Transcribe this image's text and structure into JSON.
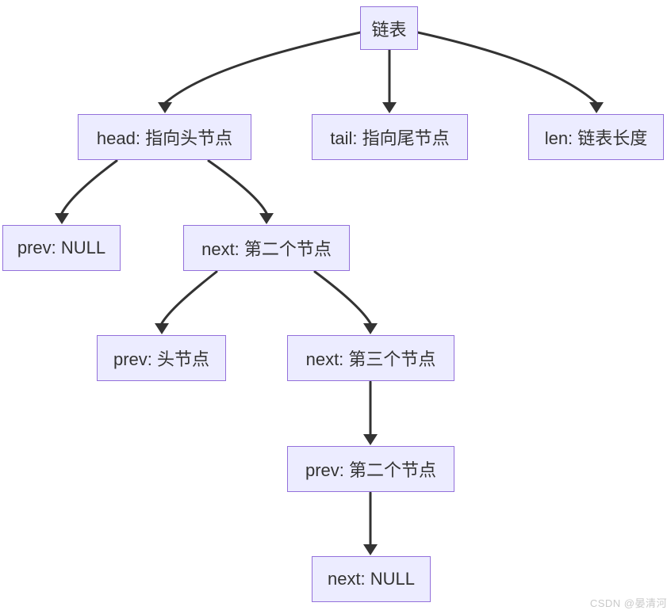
{
  "diagram": {
    "type": "tree-flowchart",
    "colors": {
      "node_fill": "#ECECFF",
      "node_border": "#9370DB",
      "edge": "#333333",
      "text": "#333333",
      "background": "#ffffff"
    },
    "nodes": [
      {
        "id": "linkedlist",
        "label": "链表"
      },
      {
        "id": "head",
        "label": "head: 指向头节点"
      },
      {
        "id": "tail",
        "label": "tail: 指向尾节点"
      },
      {
        "id": "len",
        "label": "len: 链表长度"
      },
      {
        "id": "prev-null",
        "label": "prev: NULL"
      },
      {
        "id": "next-2",
        "label": "next: 第二个节点"
      },
      {
        "id": "prev-head",
        "label": "prev: 头节点"
      },
      {
        "id": "next-3",
        "label": "next: 第三个节点"
      },
      {
        "id": "prev-2",
        "label": "prev: 第二个节点"
      },
      {
        "id": "next-null",
        "label": "next: NULL"
      }
    ],
    "edges": [
      {
        "from": "linkedlist",
        "to": "head"
      },
      {
        "from": "linkedlist",
        "to": "tail"
      },
      {
        "from": "linkedlist",
        "to": "len"
      },
      {
        "from": "head",
        "to": "prev-null"
      },
      {
        "from": "head",
        "to": "next-2"
      },
      {
        "from": "next-2",
        "to": "prev-head"
      },
      {
        "from": "next-2",
        "to": "next-3"
      },
      {
        "from": "next-3",
        "to": "prev-2"
      },
      {
        "from": "prev-2",
        "to": "next-null"
      }
    ]
  },
  "watermark": {
    "text": "CSDN @晏清河",
    "color": "#c9c9c9"
  }
}
